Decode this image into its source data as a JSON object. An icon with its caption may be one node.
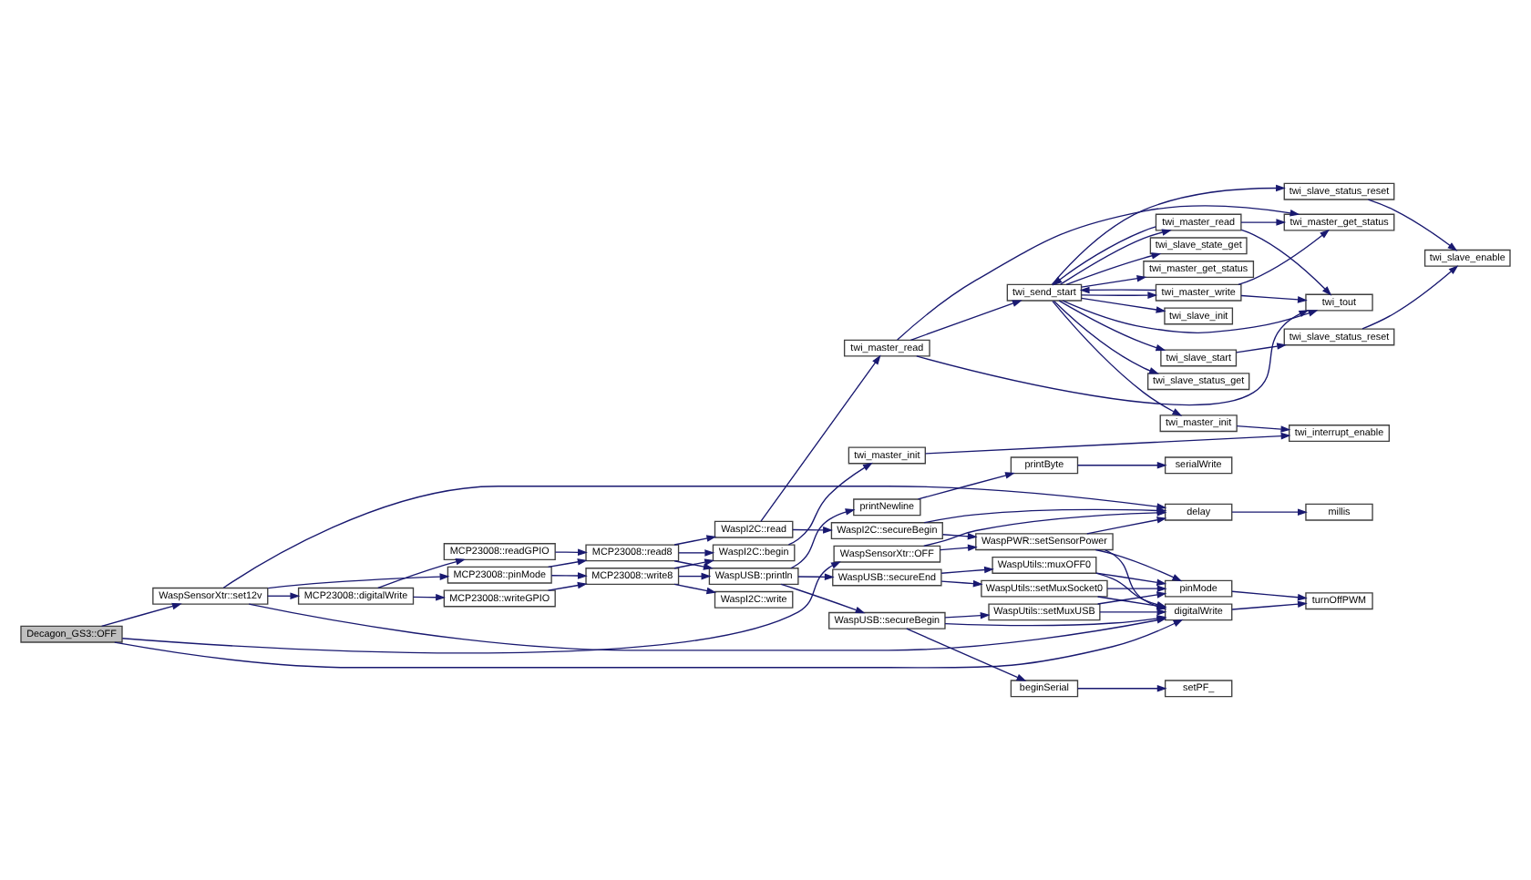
{
  "diagram": {
    "nodes": [
      {
        "text": [
          "Decagon_GS3::OFF"
        ]
      },
      {
        "text": [
          "WaspSensorXtr::OFF"
        ]
      },
      {
        "text": [
          "WaspSensorXtr::set12v"
        ]
      },
      {
        "text": [
          "MCP23008::digitalWrite"
        ]
      },
      {
        "text": [
          "MCP23008::writeGPIO"
        ]
      },
      {
        "text": [
          "MCP23008::pinMode"
        ]
      },
      {
        "text": [
          "MCP23008::readGPIO"
        ]
      },
      {
        "text": [
          "MCP23008::write8"
        ]
      },
      {
        "text": [
          "MCP23008::read8"
        ]
      },
      {
        "text": [
          "WaspI2C::write"
        ]
      },
      {
        "text": [
          "WaspUSB::println"
        ]
      },
      {
        "text": [
          "WaspI2C::begin"
        ]
      },
      {
        "text": [
          "WaspI2C::read"
        ]
      },
      {
        "text": [
          "printNewline"
        ]
      },
      {
        "text": [
          "printByte"
        ]
      },
      {
        "text": [
          "serialWrite"
        ]
      },
      {
        "text": [
          "WaspI2C::secureBegin"
        ]
      },
      {
        "text": [
          "WaspPWR::setSensorPower"
        ]
      },
      {
        "text": [
          "WaspUSB::secureEnd"
        ]
      },
      {
        "text": [
          "WaspUSB::secureBegin"
        ]
      },
      {
        "text": [
          "WaspUtils::setMuxSocket0"
        ]
      },
      {
        "text": [
          "WaspUtils::muxOFF0"
        ]
      },
      {
        "text": [
          "WaspUtils::setMuxUSB"
        ]
      },
      {
        "text": [
          "delay"
        ]
      },
      {
        "text": [
          "millis"
        ]
      },
      {
        "text": [
          "pinMode"
        ]
      },
      {
        "text": [
          "digitalWrite"
        ]
      },
      {
        "text": [
          "turnOffPWM"
        ]
      },
      {
        "text": [
          "beginSerial"
        ]
      },
      {
        "text": [
          "setPF_"
        ]
      },
      {
        "text": [
          "twi_master_init"
        ]
      },
      {
        "text": [
          "twi_interrupt_enable"
        ]
      },
      {
        "text": [
          "twi_master_read"
        ]
      },
      {
        "text": [
          "twi_send_start"
        ]
      },
      {
        "text": [
          "twi_master_init"
        ]
      },
      {
        "text": [
          "twi_slave_init"
        ]
      },
      {
        "text": [
          "twi_slave_status_get"
        ]
      },
      {
        "text": [
          "twi_slave_status_reset"
        ]
      },
      {
        "text": [
          "twi_slave_start"
        ]
      },
      {
        "text": [
          "twi_slave_status_reset"
        ]
      },
      {
        "text": [
          "twi_slave_enable"
        ]
      },
      {
        "text": [
          "twi_slave_state_get"
        ]
      },
      {
        "text": [
          "twi_master_get_status"
        ]
      },
      {
        "text": [
          "twi_master_write"
        ]
      },
      {
        "text": [
          "twi_master_read"
        ]
      },
      {
        "text": [
          "twi_tout"
        ]
      },
      {
        "text": [
          "twi_master_get_status"
        ]
      }
    ],
    "edges": [
      {
        "from": 0,
        "to": 1,
        "arrow": "to"
      },
      {
        "from": 0,
        "to": 2,
        "arrow": "to"
      },
      {
        "from": 0,
        "to": 26,
        "arrow": "to"
      },
      {
        "from": 1,
        "to": 23,
        "arrow": "to"
      },
      {
        "from": 1,
        "to": 17,
        "arrow": "to"
      },
      {
        "from": 2,
        "to": 23,
        "arrow": "to"
      },
      {
        "from": 2,
        "to": 5,
        "arrow": "to"
      },
      {
        "from": 2,
        "to": 3,
        "arrow": "to"
      },
      {
        "from": 2,
        "to": 26,
        "arrow": "to"
      },
      {
        "from": 3,
        "to": 4,
        "arrow": "to"
      },
      {
        "from": 3,
        "to": 6,
        "arrow": "to"
      },
      {
        "from": 4,
        "to": 7,
        "arrow": "to"
      },
      {
        "from": 5,
        "to": 7,
        "arrow": "to"
      },
      {
        "from": 5,
        "to": 8,
        "arrow": "to"
      },
      {
        "from": 6,
        "to": 8,
        "arrow": "to"
      },
      {
        "from": 7,
        "to": 9,
        "arrow": "to"
      },
      {
        "from": 7,
        "to": 10,
        "arrow": "to"
      },
      {
        "from": 7,
        "to": 11,
        "arrow": "to"
      },
      {
        "from": 8,
        "to": 10,
        "arrow": "to"
      },
      {
        "from": 8,
        "to": 11,
        "arrow": "to"
      },
      {
        "from": 8,
        "to": 12,
        "arrow": "to"
      },
      {
        "from": 10,
        "to": 13,
        "arrow": "to"
      },
      {
        "from": 10,
        "to": 18,
        "arrow": "to"
      },
      {
        "from": 10,
        "to": 19,
        "arrow": "to"
      },
      {
        "from": 11,
        "to": 30,
        "arrow": "to"
      },
      {
        "from": 12,
        "to": 16,
        "arrow": "to"
      },
      {
        "from": 12,
        "to": 32,
        "arrow": "to"
      },
      {
        "from": 13,
        "to": 14,
        "arrow": "to"
      },
      {
        "from": 14,
        "to": 15,
        "arrow": "to"
      },
      {
        "from": 16,
        "to": 23,
        "arrow": "to"
      },
      {
        "from": 16,
        "to": 17,
        "arrow": "to"
      },
      {
        "from": 17,
        "to": 23,
        "arrow": "to"
      },
      {
        "from": 17,
        "to": 25,
        "arrow": "to"
      },
      {
        "from": 17,
        "to": 26,
        "arrow": "to"
      },
      {
        "from": 18,
        "to": 20,
        "arrow": "to"
      },
      {
        "from": 18,
        "to": 21,
        "arrow": "to"
      },
      {
        "from": 19,
        "to": 22,
        "arrow": "to"
      },
      {
        "from": 19,
        "to": 28,
        "arrow": "to"
      },
      {
        "from": 19,
        "to": 26,
        "arrow": "to"
      },
      {
        "from": 20,
        "to": 25,
        "arrow": "to"
      },
      {
        "from": 20,
        "to": 26,
        "arrow": "to"
      },
      {
        "from": 21,
        "to": 25,
        "arrow": "to"
      },
      {
        "from": 21,
        "to": 26,
        "arrow": "to"
      },
      {
        "from": 22,
        "to": 25,
        "arrow": "to"
      },
      {
        "from": 22,
        "to": 26,
        "arrow": "to"
      },
      {
        "from": 23,
        "to": 24,
        "arrow": "to"
      },
      {
        "from": 25,
        "to": 27,
        "arrow": "to"
      },
      {
        "from": 26,
        "to": 27,
        "arrow": "to"
      },
      {
        "from": 28,
        "to": 29,
        "arrow": "to"
      },
      {
        "from": 30,
        "to": 31,
        "arrow": "to"
      },
      {
        "from": 32,
        "to": 33,
        "arrow": "to"
      },
      {
        "from": 32,
        "to": 45,
        "arrow": "to"
      },
      {
        "from": 32,
        "to": 46,
        "arrow": "to"
      },
      {
        "from": 33,
        "to": 34,
        "arrow": "to"
      },
      {
        "from": 33,
        "to": 35,
        "arrow": "to"
      },
      {
        "from": 33,
        "to": 36,
        "arrow": "to"
      },
      {
        "from": 33,
        "to": 37,
        "arrow": "to"
      },
      {
        "from": 33,
        "to": 38,
        "arrow": "to"
      },
      {
        "from": 33,
        "to": 41,
        "arrow": "to"
      },
      {
        "from": 33,
        "to": 42,
        "arrow": "to"
      },
      {
        "from": 33,
        "to": 43,
        "arrow": "to"
      },
      {
        "from": 33,
        "to": 44,
        "arrow": "to"
      },
      {
        "from": 33,
        "to": 45,
        "arrow": "to"
      },
      {
        "from": 43,
        "to": 33,
        "arrow": "to"
      },
      {
        "from": 44,
        "to": 33,
        "arrow": "to"
      },
      {
        "from": 34,
        "to": 31,
        "arrow": "to"
      },
      {
        "from": 37,
        "to": 40,
        "arrow": "to"
      },
      {
        "from": 38,
        "to": 39,
        "arrow": "to"
      },
      {
        "from": 39,
        "to": 40,
        "arrow": "to"
      },
      {
        "from": 43,
        "to": 45,
        "arrow": "to"
      },
      {
        "from": 43,
        "to": 46,
        "arrow": "to"
      },
      {
        "from": 44,
        "to": 45,
        "arrow": "to"
      },
      {
        "from": 44,
        "to": 46,
        "arrow": "to"
      }
    ]
  }
}
